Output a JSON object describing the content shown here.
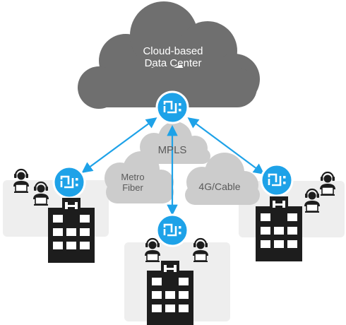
{
  "diagram": {
    "data_center_label": "Cloud-based\nData Center",
    "network_labels": {
      "mpls": "MPLS",
      "metro_fiber": "Metro\nFiber",
      "cable": "4G/Cable"
    },
    "icons": {
      "hub": "hub-node-icon",
      "agent": "headset-agent-icon",
      "building": "office-building-icon"
    },
    "colors": {
      "cloud_primary": "#6f6f6f",
      "cloud_secondary": "#cccccc",
      "accent_blue": "#1ea2e8",
      "building": "#1d1d1d",
      "site_panel": "#eeeeee"
    }
  }
}
